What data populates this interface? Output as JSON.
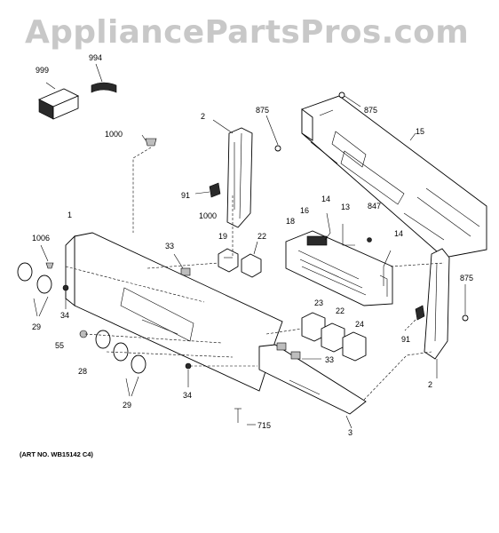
{
  "watermark": "AppliancePartsPros.com",
  "art_number": "(ART NO. WB15142 C4)",
  "callouts": {
    "c999": "999",
    "c994": "994",
    "c875a": "875",
    "c875b": "875",
    "c875c": "875",
    "c15": "15",
    "c2a": "2",
    "c2b": "2",
    "c1000a": "1000",
    "c1000b": "1000",
    "c91a": "91",
    "c91b": "91",
    "c1": "1",
    "c14a": "14",
    "c14b": "14",
    "c13": "13",
    "c847": "847",
    "c16": "16",
    "c18": "18",
    "c1006": "1006",
    "c33a": "33",
    "c33b": "33",
    "c19": "19",
    "c22a": "22",
    "c22b": "22",
    "c23": "23",
    "c24": "24",
    "c34a": "34",
    "c34b": "34",
    "c29a": "29",
    "c29b": "29",
    "c55": "55",
    "c28": "28",
    "c715": "715",
    "c3": "3"
  }
}
